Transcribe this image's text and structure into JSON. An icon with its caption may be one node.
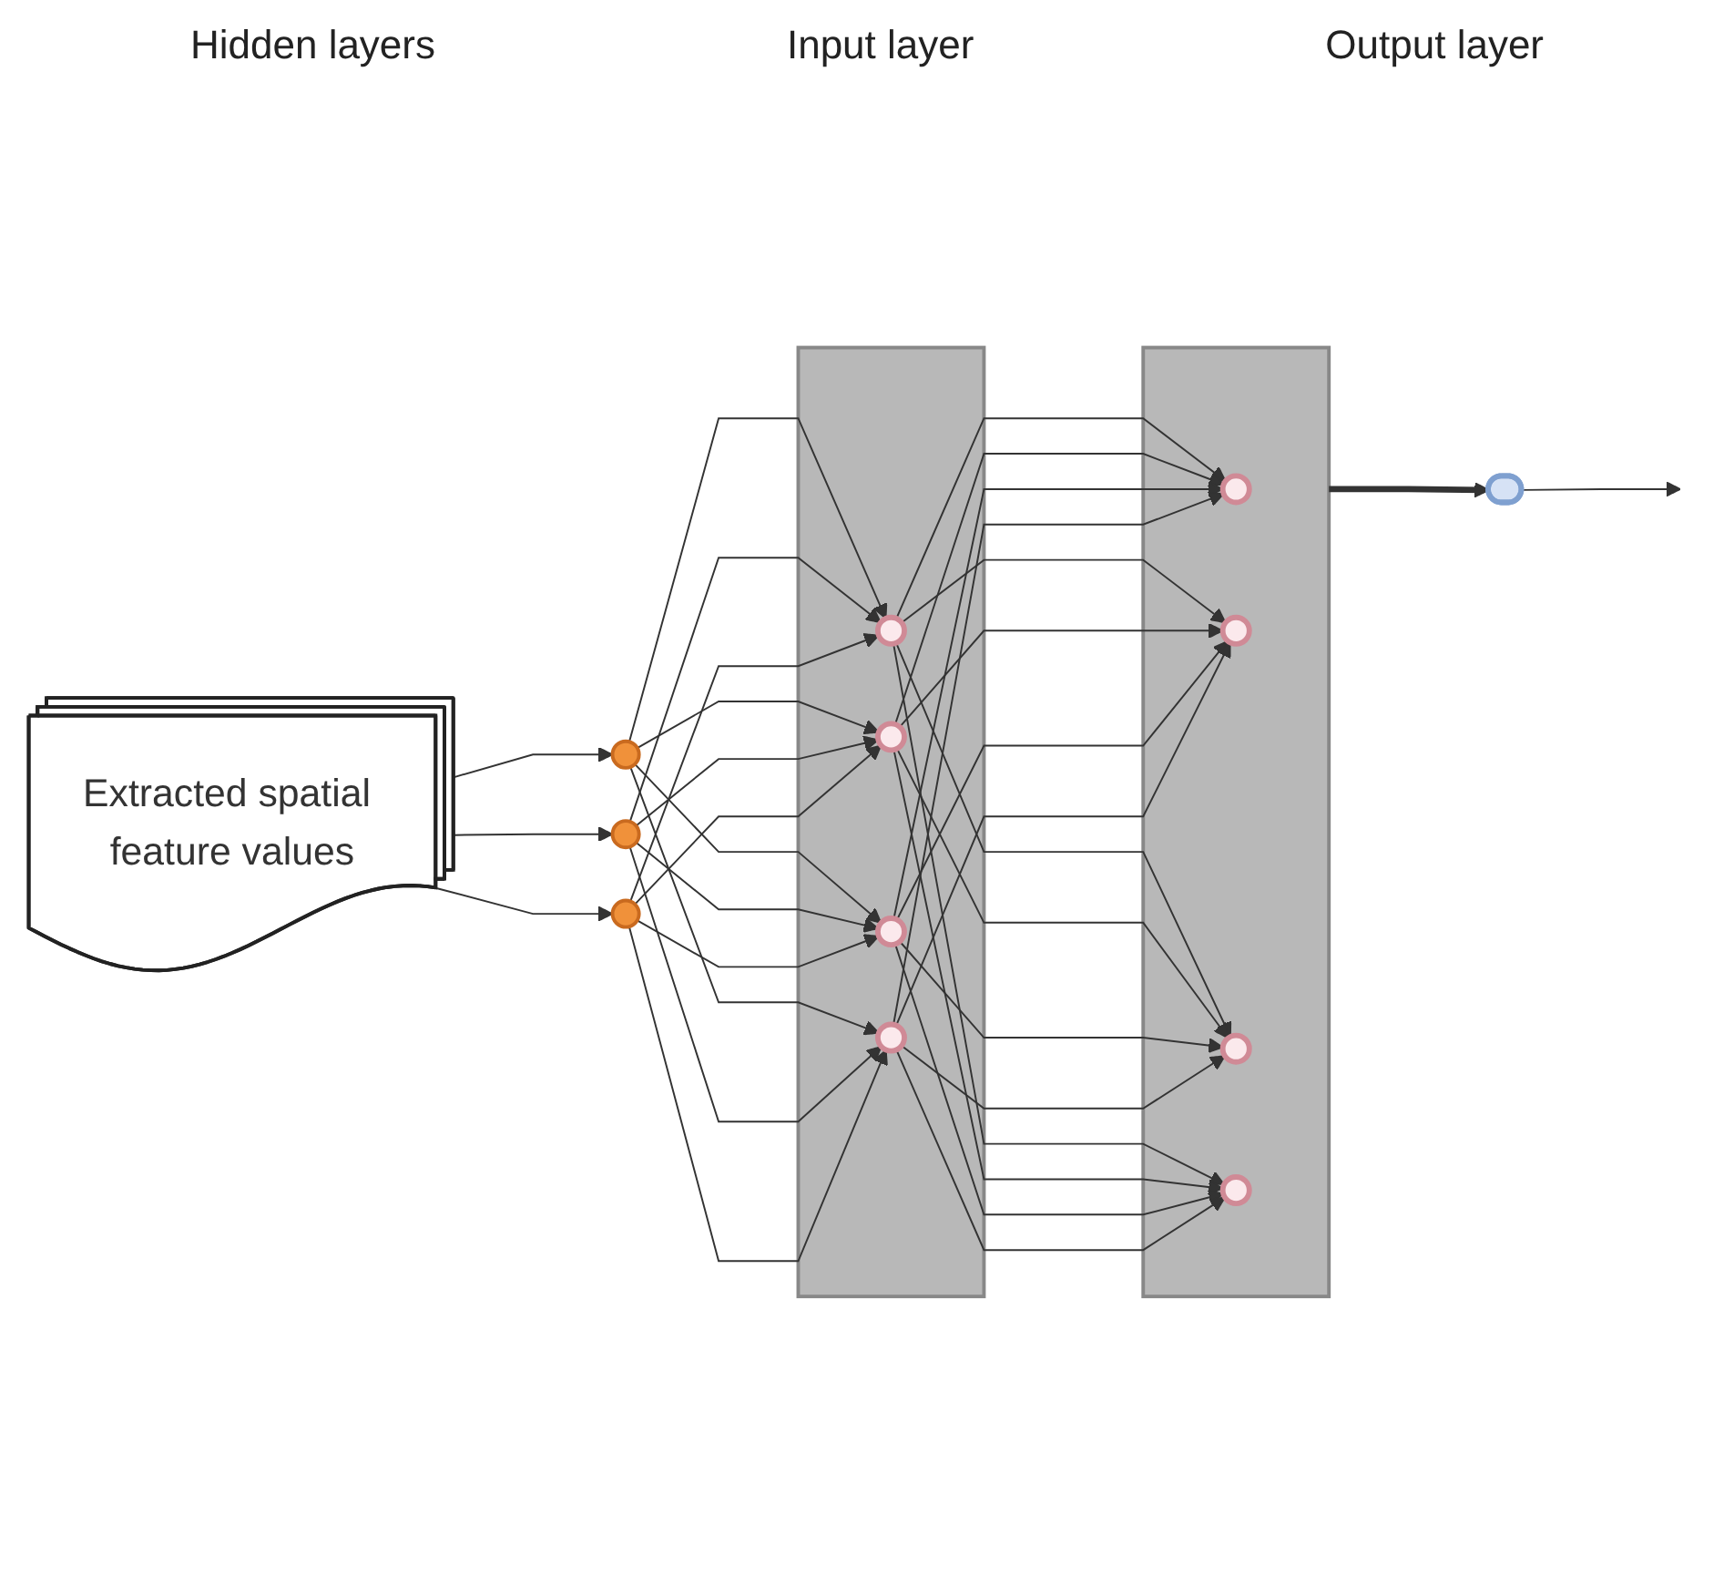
{
  "diagram": {
    "nodes": [
      {
        "text": [
          "Extracted spatial feature values"
        ]
      },
      {
        "text": [],
        "shape": "circle"
      },
      {
        "text": [],
        "shape": "circle"
      },
      {
        "text": [],
        "shape": "circle"
      },
      {
        "text": [],
        "shape": "bar"
      },
      {
        "text": [],
        "shape": "circle",
        "in": 4
      },
      {
        "text": [],
        "shape": "circle",
        "in": 4
      },
      {
        "text": [],
        "shape": "circle",
        "in": 4
      },
      {
        "text": [],
        "shape": "circle",
        "in": 4
      },
      {
        "text": [],
        "shape": "bar"
      },
      {
        "text": [],
        "shape": "circle",
        "in": 9
      },
      {
        "text": [],
        "shape": "circle",
        "in": 9
      },
      {
        "text": [],
        "shape": "circle",
        "in": 9
      },
      {
        "text": [],
        "shape": "circle",
        "in": 9
      },
      {
        "text": [],
        "shape": "ellipse"
      }
    ],
    "edges": [
      {
        "from": 0,
        "to": 1,
        "arrow": "to"
      },
      {
        "from": 0,
        "to": 2,
        "arrow": "to"
      },
      {
        "from": 0,
        "to": 3,
        "arrow": "to"
      },
      {
        "from": 1,
        "to": 5,
        "arrow": "to"
      },
      {
        "from": 1,
        "to": 6,
        "arrow": "to"
      },
      {
        "from": 1,
        "to": 7,
        "arrow": "to"
      },
      {
        "from": 1,
        "to": 8,
        "arrow": "to"
      },
      {
        "from": 2,
        "to": 5,
        "arrow": "to"
      },
      {
        "from": 2,
        "to": 6,
        "arrow": "to"
      },
      {
        "from": 2,
        "to": 7,
        "arrow": "to"
      },
      {
        "from": 2,
        "to": 8,
        "arrow": "to"
      },
      {
        "from": 3,
        "to": 5,
        "arrow": "to"
      },
      {
        "from": 3,
        "to": 6,
        "arrow": "to"
      },
      {
        "from": 3,
        "to": 7,
        "arrow": "to"
      },
      {
        "from": 3,
        "to": 8,
        "arrow": "to"
      },
      {
        "from": 5,
        "to": 10,
        "arrow": "to"
      },
      {
        "from": 5,
        "to": 11,
        "arrow": "to"
      },
      {
        "from": 5,
        "to": 12,
        "arrow": "to"
      },
      {
        "from": 5,
        "to": 13,
        "arrow": "to"
      },
      {
        "from": 6,
        "to": 10,
        "arrow": "to"
      },
      {
        "from": 6,
        "to": 11,
        "arrow": "to"
      },
      {
        "from": 6,
        "to": 12,
        "arrow": "to"
      },
      {
        "from": 6,
        "to": 13,
        "arrow": "to"
      },
      {
        "from": 7,
        "to": 10,
        "arrow": "to"
      },
      {
        "from": 7,
        "to": 11,
        "arrow": "to"
      },
      {
        "from": 7,
        "to": 12,
        "arrow": "to"
      },
      {
        "from": 7,
        "to": 13,
        "arrow": "to"
      },
      {
        "from": 8,
        "to": 10,
        "arrow": "to"
      },
      {
        "from": 8,
        "to": 11,
        "arrow": "to"
      },
      {
        "from": 8,
        "to": 12,
        "arrow": "to"
      },
      {
        "from": 8,
        "to": 13,
        "arrow": "to"
      },
      {
        "from": 9,
        "to": 14,
        "arrow": "to",
        "style": "thick"
      },
      {
        "from": 14,
        "to": null,
        "arrow": "to"
      }
    ],
    "labels": [
      "Hidden layers",
      "Input layer",
      "Output layer"
    ]
  }
}
